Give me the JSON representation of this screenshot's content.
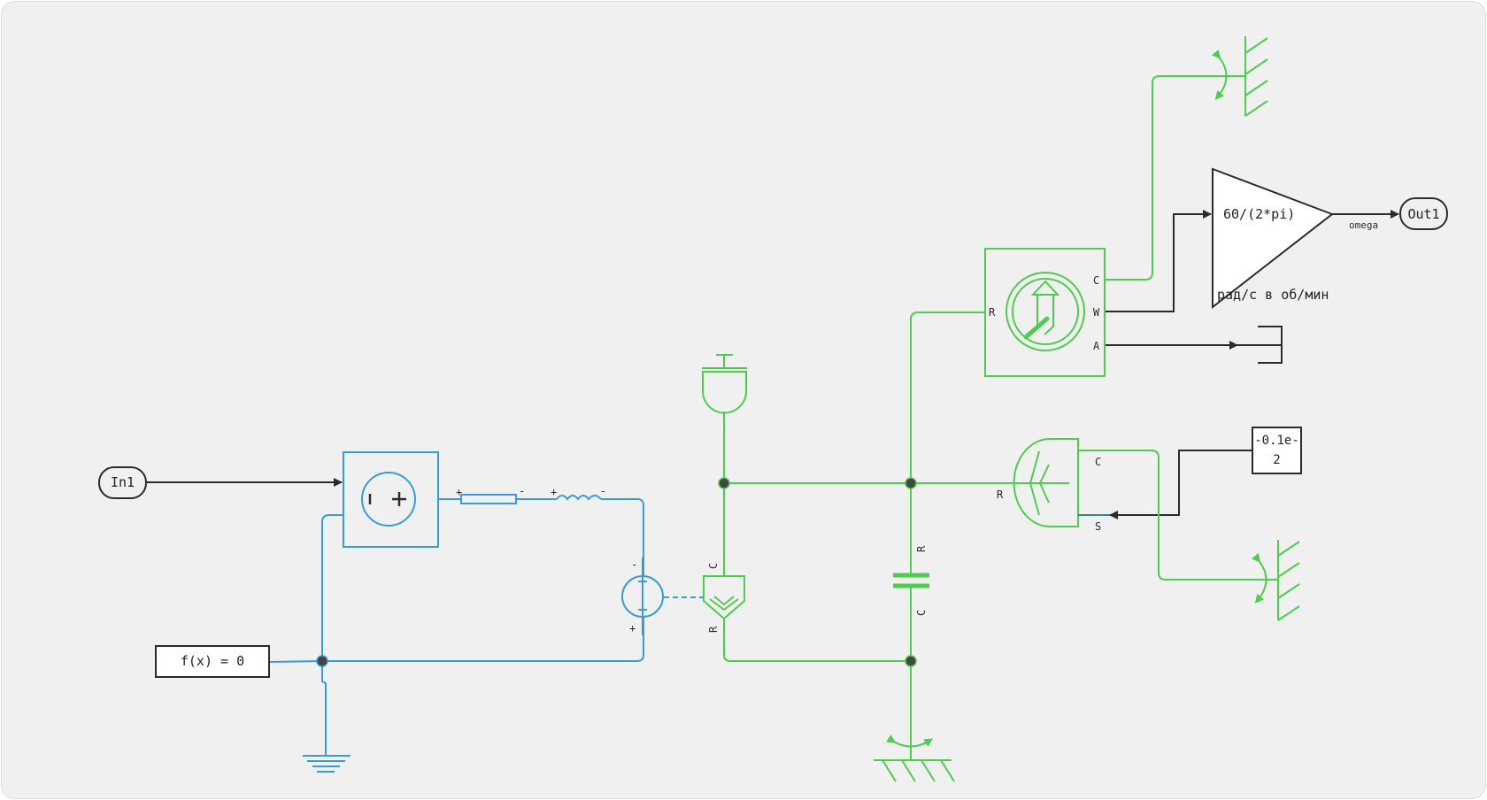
{
  "colors": {
    "background": "#f0f0f0",
    "electrical": "#3a9bd5",
    "mechanical": "#4fcb4f",
    "signal": "#2b2b2b",
    "junction": "#454545"
  },
  "blocks": {
    "in1": {
      "label": "In1"
    },
    "out1": {
      "label": "Out1"
    },
    "solver": {
      "label": "f(x) = 0"
    },
    "gain": {
      "value": "60/(2*pi)",
      "caption": "рад/с в об/мин"
    },
    "constant": {
      "line1": "-0.1e-",
      "line2": "2"
    },
    "voltage_source": {
      "minus": "-",
      "plus": "+"
    },
    "resistor": {
      "plus": "+",
      "minus": "-"
    },
    "inductor": {
      "plus": "+",
      "minus": "-"
    },
    "current_source": {
      "minus": "-",
      "plus": "+"
    },
    "motion_sensor": {
      "port_r": "R",
      "port_c": "C",
      "port_w": "W",
      "port_a": "A"
    },
    "brake": {
      "port_r": "R",
      "port_c": "C",
      "port_s": "S"
    },
    "torque_source": {
      "port_c": "C",
      "port_r": "R"
    },
    "damper": {
      "port_r": "R",
      "port_c": "C"
    }
  },
  "signals": {
    "omega_label": "omega"
  }
}
